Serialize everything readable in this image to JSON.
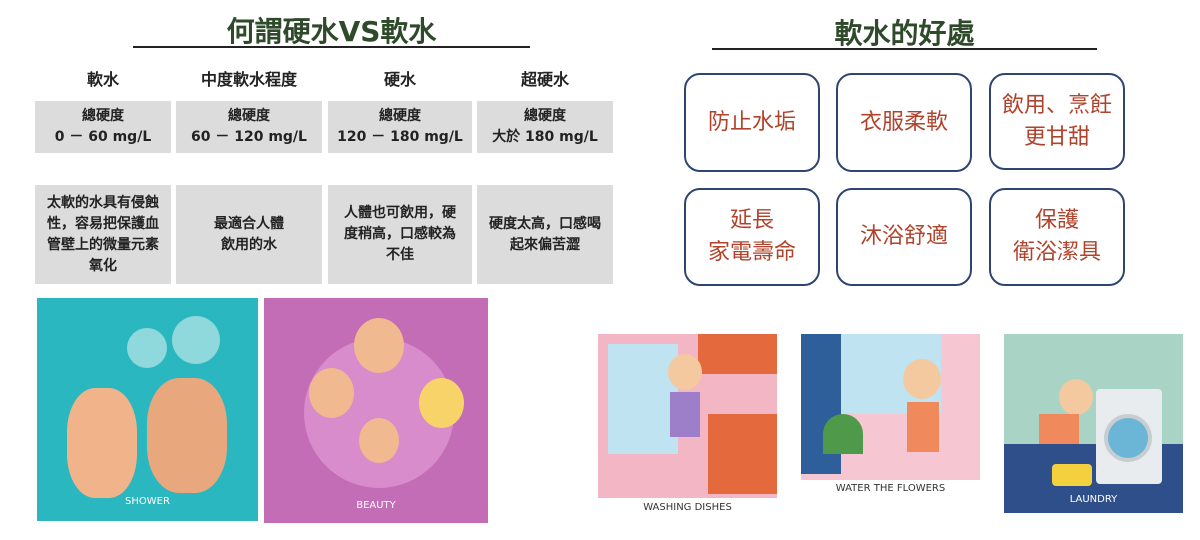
{
  "left": {
    "title": "何謂硬水VS軟水",
    "columns": [
      {
        "header": "軟水",
        "hardness_label": "總硬度",
        "range": "0 － 60 mg/L",
        "note": "太軟的水具有侵蝕性，容易把保護血管壁上的微量元素氧化"
      },
      {
        "header": "中度軟水程度",
        "hardness_label": "總硬度",
        "range": "60 － 120 mg/L",
        "note": "最適合人體飲用的水"
      },
      {
        "header": "硬水",
        "hardness_label": "總硬度",
        "range": "120 － 180 mg/L",
        "note": "人體也可飲用，硬度稍高，口感較為不佳"
      },
      {
        "header": "超硬水",
        "hardness_label": "總硬度",
        "range": "大於 180 mg/L",
        "note": "硬度太高，口感喝起來偏苦澀"
      }
    ],
    "images": [
      {
        "caption": "SHOWER"
      },
      {
        "caption": "BEAUTY"
      }
    ]
  },
  "right": {
    "title": "軟水的好處",
    "benefits": [
      "防止水垢",
      "衣服柔軟",
      "飲用、烹飪\n更甘甜",
      "延長\n家電壽命",
      "沐浴舒適",
      "保護\n衛浴潔具"
    ],
    "images": [
      {
        "caption": "WASHING DISHES"
      },
      {
        "caption": "WATER THE FLOWERS"
      },
      {
        "caption": "LAUNDRY"
      }
    ]
  },
  "colors": {
    "title": "#2e4a2a",
    "benefit_text": "#b0432b",
    "benefit_border": "#2f4570"
  }
}
